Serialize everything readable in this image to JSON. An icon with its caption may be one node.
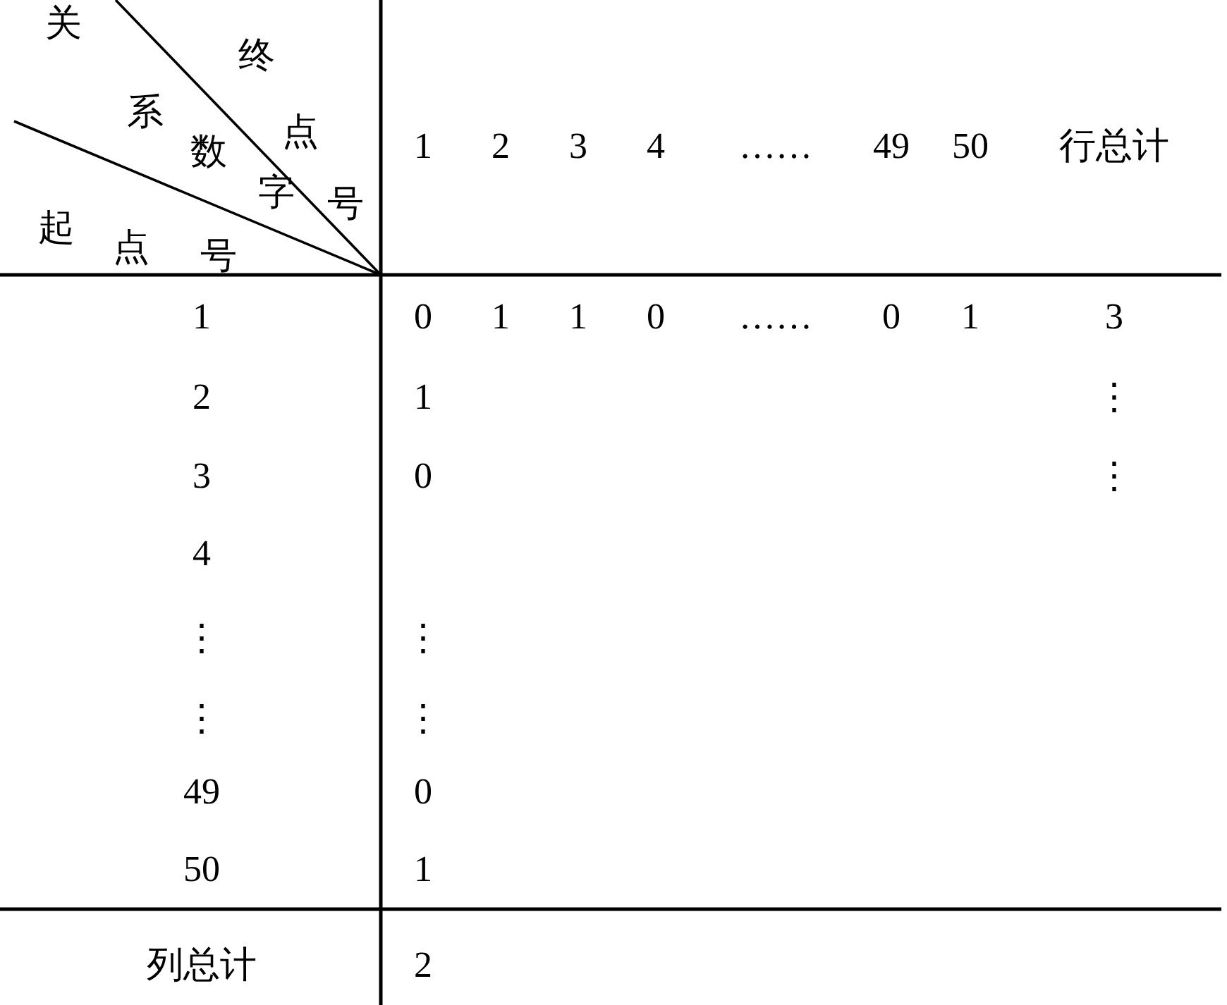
{
  "diagram": {
    "labels": [
      "关系数字",
      "终点号",
      "起点号",
      "1",
      "2",
      "3",
      "4",
      "……",
      "49",
      "50",
      "行总计",
      "1",
      "0",
      "1",
      "1",
      "0",
      "……",
      "0",
      "1",
      "3",
      "2",
      "1",
      "⋮",
      "3",
      "0",
      "⋮",
      "4",
      "⋮",
      "⋮",
      "⋮",
      "⋮",
      "49",
      "0",
      "50",
      "1",
      "列总计",
      "2"
    ]
  }
}
